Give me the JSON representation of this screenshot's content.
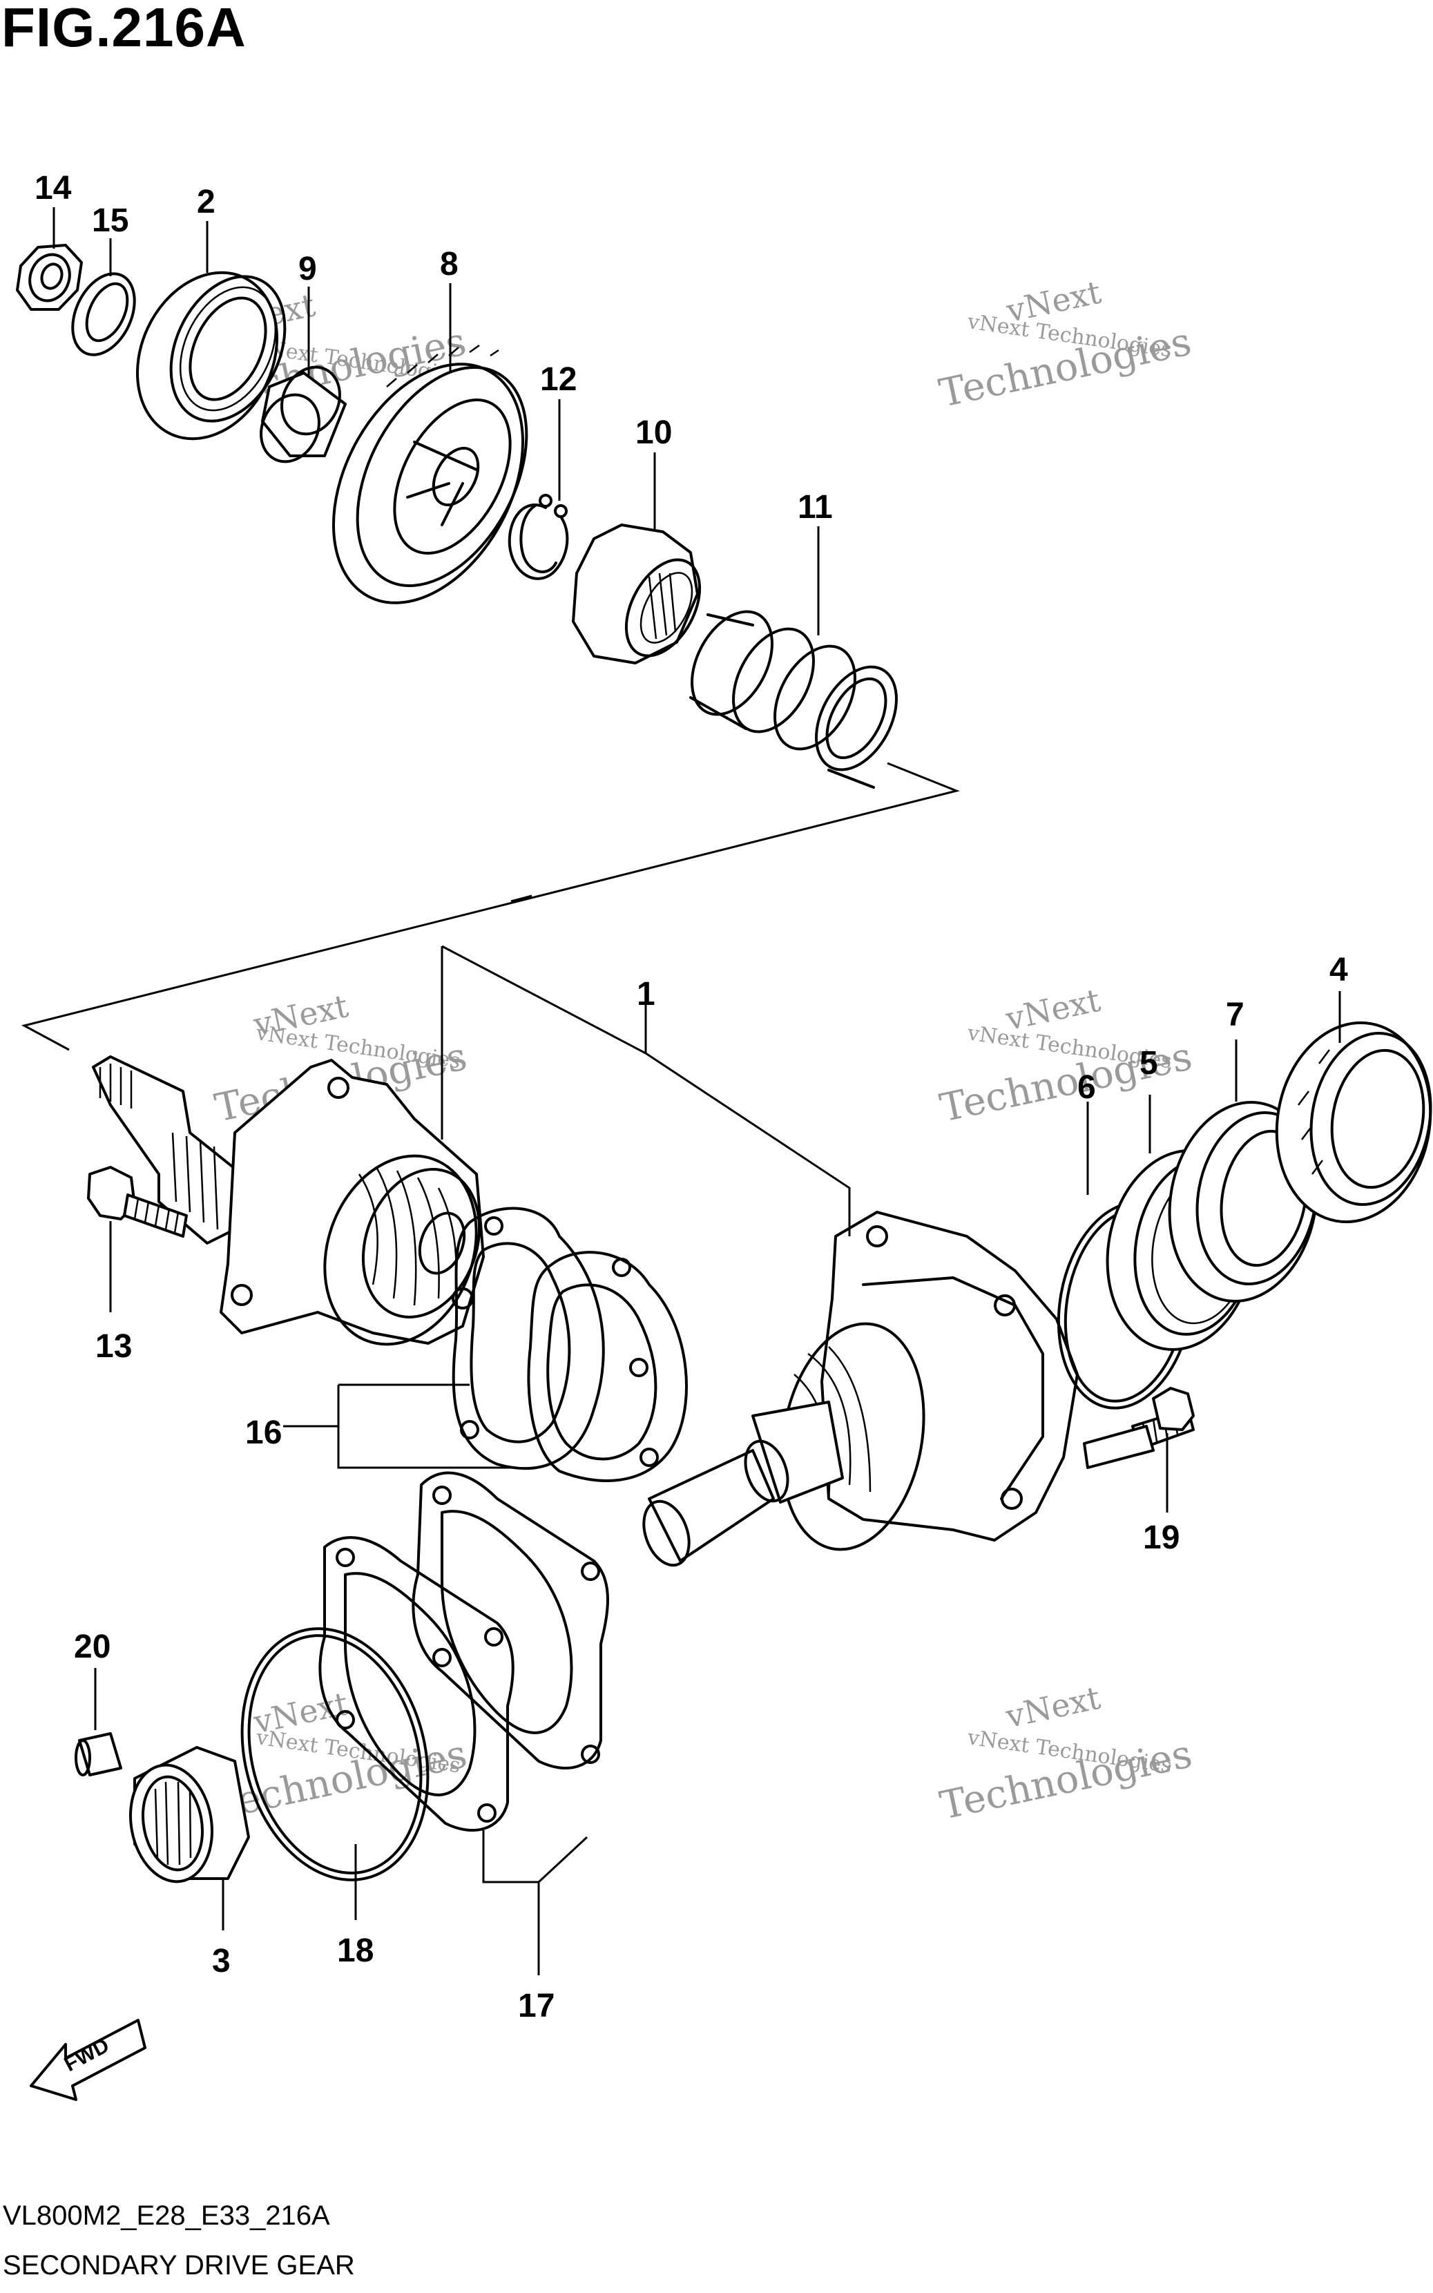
{
  "figure": {
    "title": "FIG.216A",
    "model_code": "VL800M2_E28_E33_216A",
    "caption": "SECONDARY DRIVE GEAR"
  },
  "watermark": {
    "line1": "vNext Technologies",
    "line2": "vNext",
    "line3": "Technologies"
  },
  "callouts": [
    "14",
    "15",
    "2",
    "9",
    "8",
    "12",
    "10",
    "11",
    "1",
    "4",
    "7",
    "5",
    "6",
    "13",
    "16",
    "19",
    "20",
    "3",
    "18",
    "17"
  ],
  "fwd_label": "FWD"
}
